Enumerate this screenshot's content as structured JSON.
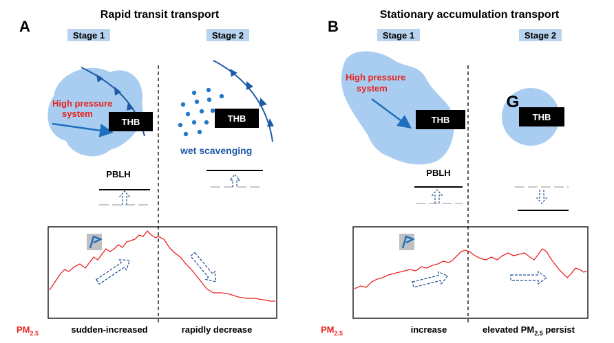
{
  "colors": {
    "cloud": "#a9cdf0",
    "arrow_blue": "#1f6fbf",
    "front_blue": "#1e5aa6",
    "rain": "#2378c8",
    "pm_red": "#e8231f",
    "stage_bg": "#b7d3ee",
    "black": "#000000",
    "dashed_gray": "#c8c8c8",
    "dashed_arrow": "#1a4f8f"
  },
  "panel_a": {
    "letter": "A",
    "title": "Rapid transit transport",
    "stage1": "Stage 1",
    "stage2": "Stage 2",
    "high_pressure_line1": "High pressure",
    "high_pressure_line2": "system",
    "thb1": "THB",
    "thb2": "THB",
    "wet_scavenging": "wet scavenging",
    "pblh": "PBLH",
    "pm_label": "PM",
    "pm_sub": "2.5",
    "caption1": "sudden-increased",
    "caption2": "rapidly decrease"
  },
  "panel_b": {
    "letter": "B",
    "title": "Stationary accumulation transport",
    "stage1": "Stage 1",
    "stage2": "Stage 2",
    "high_pressure_line1": "High pressure",
    "high_pressure_line2": "system",
    "thb1": "THB",
    "thb2": "THB",
    "g_symbol": "G",
    "pblh": "PBLH",
    "pm_label": "PM",
    "pm_sub": "2.5",
    "caption1": "increase",
    "caption2_pre": "elevated PM",
    "caption2_sub": "2.5",
    "caption2_post": " persist"
  }
}
